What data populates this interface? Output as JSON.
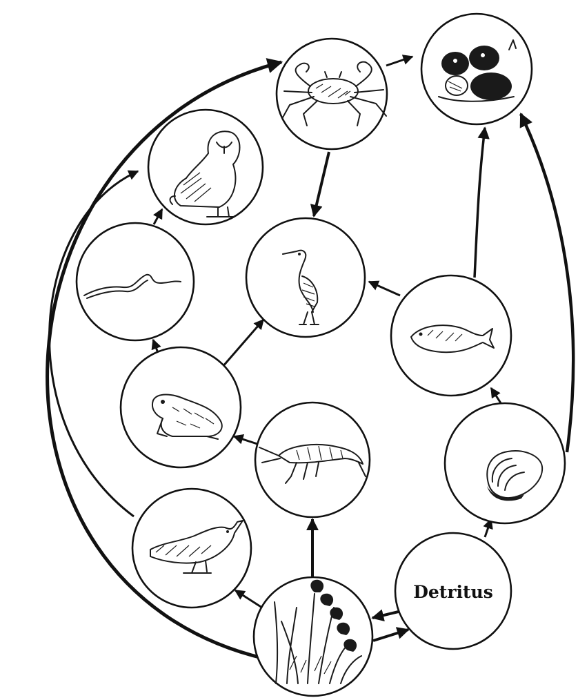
{
  "nodes": [
    {
      "id": "crab",
      "icon": "crab-icon"
    },
    {
      "id": "gulls",
      "icon": "gulls-icon"
    },
    {
      "id": "owl",
      "icon": "owl-icon"
    },
    {
      "id": "snake",
      "icon": "snake-icon"
    },
    {
      "id": "heron",
      "icon": "heron-icon"
    },
    {
      "id": "flounder",
      "icon": "flounder-icon"
    },
    {
      "id": "toad",
      "icon": "toad-icon"
    },
    {
      "id": "shrimp",
      "icon": "shrimp-icon"
    },
    {
      "id": "clam",
      "icon": "clam-icon"
    },
    {
      "id": "sparrow",
      "icon": "sparrow-icon"
    },
    {
      "id": "detritus",
      "label": "Detritus"
    },
    {
      "id": "marsh-grass",
      "icon": "marsh-grass-icon"
    }
  ],
  "links": [
    {
      "from": "marsh-grass",
      "to": "crab"
    },
    {
      "from": "marsh-grass",
      "to": "sparrow"
    },
    {
      "from": "marsh-grass",
      "to": "shrimp"
    },
    {
      "from": "marsh-grass",
      "to": "detritus"
    },
    {
      "from": "detritus",
      "to": "marsh-grass"
    },
    {
      "from": "detritus",
      "to": "clam"
    },
    {
      "from": "sparrow",
      "to": "owl"
    },
    {
      "from": "shrimp",
      "to": "toad"
    },
    {
      "from": "toad",
      "to": "snake"
    },
    {
      "from": "toad",
      "to": "heron"
    },
    {
      "from": "snake",
      "to": "owl"
    },
    {
      "from": "crab",
      "to": "heron"
    },
    {
      "from": "crab",
      "to": "gulls"
    },
    {
      "from": "flounder",
      "to": "heron"
    },
    {
      "from": "flounder",
      "to": "gulls"
    },
    {
      "from": "clam",
      "to": "flounder"
    },
    {
      "from": "clam",
      "to": "gulls"
    }
  ]
}
